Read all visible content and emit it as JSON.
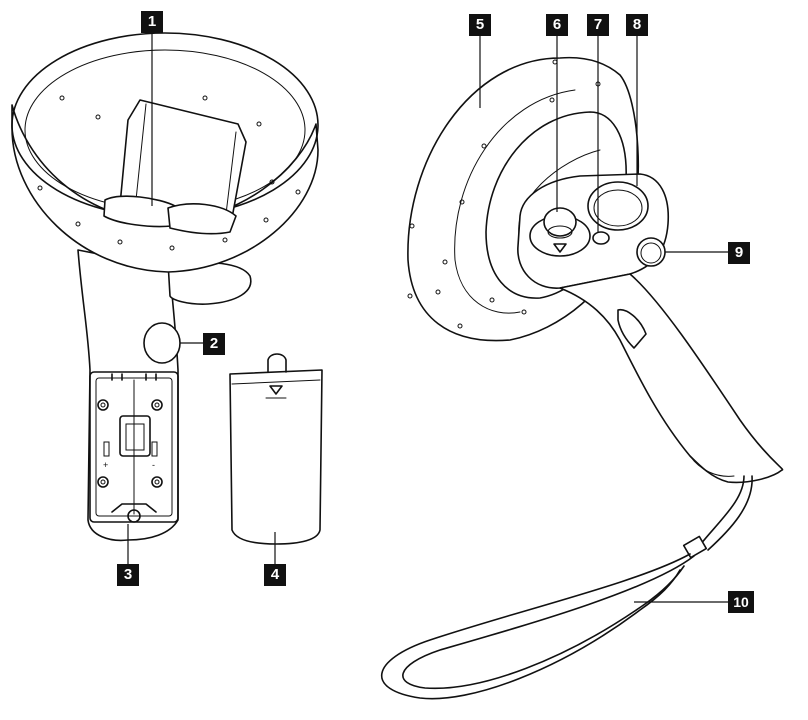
{
  "callouts": [
    {
      "id": "1",
      "label": "1"
    },
    {
      "id": "2",
      "label": "2"
    },
    {
      "id": "3",
      "label": "3"
    },
    {
      "id": "4",
      "label": "4"
    },
    {
      "id": "5",
      "label": "5"
    },
    {
      "id": "6",
      "label": "6"
    },
    {
      "id": "7",
      "label": "7"
    },
    {
      "id": "8",
      "label": "8"
    },
    {
      "id": "9",
      "label": "9"
    },
    {
      "id": "10",
      "label": "10"
    }
  ],
  "battery_polarity": {
    "plus": "+",
    "minus": "-"
  },
  "colors": {
    "ink": "#111111",
    "paper": "#ffffff"
  }
}
